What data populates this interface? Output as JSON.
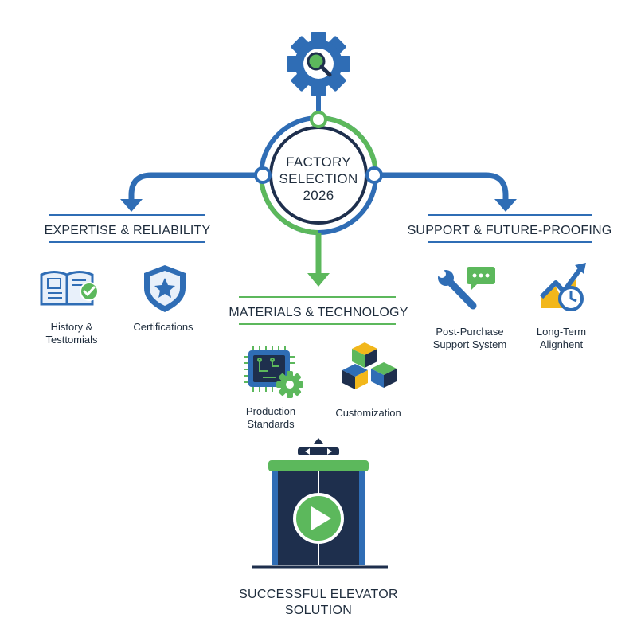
{
  "center": {
    "title_lines": [
      "FACTORY",
      "SELECTION",
      "2026"
    ]
  },
  "branches": {
    "left": {
      "heading": "EXPERTISE & RELIABILITY",
      "items": [
        {
          "label_lines": [
            "History &",
            "Testtomials"
          ],
          "icon": "book-check-icon"
        },
        {
          "label_lines": [
            "Certifications"
          ],
          "icon": "shield-star-icon"
        }
      ]
    },
    "middle": {
      "heading": "MATERIALS & TECHNOLOGY",
      "items": [
        {
          "label_lines": [
            "Production",
            "Standards"
          ],
          "icon": "chip-gear-icon"
        },
        {
          "label_lines": [
            "Customization"
          ],
          "icon": "cubes-icon"
        }
      ]
    },
    "right": {
      "heading": "SUPPORT & FUTURE-PROOFING",
      "items": [
        {
          "label_lines": [
            "Post-Purchase",
            "Support System"
          ],
          "icon": "wrench-chat-icon"
        },
        {
          "label_lines": [
            "Long-Term",
            "Alignhent"
          ],
          "icon": "trend-clock-icon"
        }
      ]
    }
  },
  "outcome": {
    "label_lines": [
      "SUCCESSFUL ELEVATOR",
      "SOLUTION"
    ],
    "icon": "elevator-play-icon"
  },
  "top_icon": "gear-magnifier-icon",
  "colors": {
    "blue": "#2f6db5",
    "green": "#5cb85c",
    "navy": "#1e2f4d",
    "yellow": "#f2b71b"
  }
}
